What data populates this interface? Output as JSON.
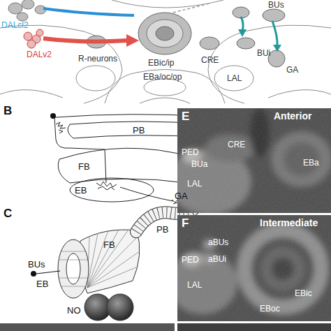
{
  "diagram": {
    "nodes": [
      {
        "text": [
          "E",
          "Anterior",
          "PED",
          "CRE",
          "BUa",
          "LAL",
          "EBa"
        ]
      },
      {
        "text": [
          "F",
          "Intermediate",
          "PED",
          "aBUs",
          "aBUi",
          "LAL",
          "EBoc",
          "EBic"
        ]
      }
    ],
    "labels": [
      "BUs",
      "DALcl2",
      "DALv2",
      "R-neurons",
      "EBic/ip",
      "CRE",
      "BUi",
      "GA",
      "LAL",
      "EBa/oc/op",
      "B",
      "PB",
      "FB",
      "EB",
      "GA",
      "C",
      "BUs",
      "EB",
      "FB",
      "PB",
      "NO"
    ]
  }
}
